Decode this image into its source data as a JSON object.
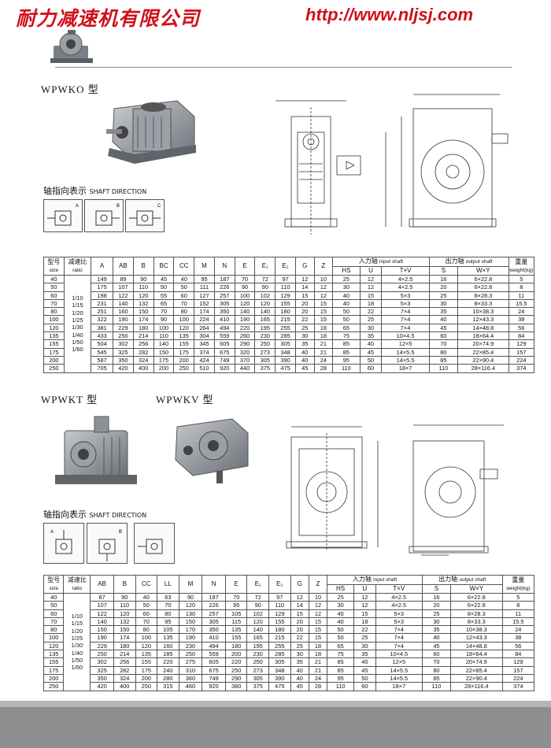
{
  "header": {
    "company": "耐力减速机有限公司",
    "website": "http://www.nljsj.com"
  },
  "section1": {
    "title": "WPWKO 型",
    "shaft_direction_cn": "轴指向表示",
    "shaft_direction_en": "SHAFT DIRECTION",
    "dir_labels": [
      "A",
      "B",
      "C"
    ]
  },
  "section2": {
    "title_left": "WPWKT 型",
    "title_right": "WPWKV 型",
    "shaft_direction_cn": "轴指向表示",
    "shaft_direction_en": "SHAFT DIRECTION",
    "dir_labels": [
      "A",
      "B"
    ]
  },
  "table1": {
    "headers": {
      "size_cn": "型号",
      "size_en": "size",
      "ratio_cn": "减速比",
      "ratio_en": "ratio",
      "cols": [
        "A",
        "AB",
        "B",
        "BC",
        "CC",
        "M",
        "N",
        "E",
        "E₁",
        "E₂",
        "G",
        "Z"
      ],
      "input_cn": "入力轴",
      "input_en": "input shaft",
      "output_cn": "出力轴",
      "output_en": "output shaft",
      "weight_cn": "重量",
      "weight_en": "weight(kg)",
      "sub": [
        "HS",
        "U",
        "T×V",
        "S",
        "W×Y"
      ]
    },
    "ratios": [
      "1/10",
      "1/15",
      "1/20",
      "1/25",
      "1/30",
      "1/40",
      "1/50",
      "1/60"
    ],
    "rows": [
      [
        "40",
        "149",
        "89",
        "90",
        "45",
        "40",
        "95",
        "187",
        "70",
        "72",
        "97",
        "12",
        "10",
        "25",
        "12",
        "4×2.5",
        "16",
        "6×22.8",
        "5"
      ],
      [
        "50",
        "175",
        "107",
        "110",
        "50",
        "50",
        "111",
        "226",
        "90",
        "90",
        "110",
        "14",
        "12",
        "30",
        "12",
        "4×2.5",
        "20",
        "6×22.8",
        "8"
      ],
      [
        "60",
        "198",
        "122",
        "120",
        "55",
        "60",
        "127",
        "257",
        "100",
        "102",
        "129",
        "15",
        "12",
        "40",
        "15",
        "5×3",
        "25",
        "8×28.3",
        "11"
      ],
      [
        "70",
        "231",
        "140",
        "132",
        "65",
        "70",
        "152",
        "305",
        "120",
        "120",
        "155",
        "20",
        "15",
        "40",
        "18",
        "5×3",
        "30",
        "8×33.3",
        "15.5"
      ],
      [
        "80",
        "251",
        "160",
        "150",
        "70",
        "80",
        "174",
        "350",
        "140",
        "140",
        "180",
        "20",
        "15",
        "50",
        "22",
        "7×4",
        "35",
        "10×38.3",
        "24"
      ],
      [
        "100",
        "322",
        "190",
        "174",
        "90",
        "100",
        "224",
        "410",
        "190",
        "165",
        "215",
        "22",
        "15",
        "50",
        "25",
        "7×4",
        "40",
        "12×43.3",
        "38"
      ],
      [
        "120",
        "381",
        "229",
        "180",
        "100",
        "120",
        "264",
        "494",
        "220",
        "195",
        "255",
        "25",
        "18",
        "65",
        "30",
        "7×4",
        "45",
        "14×48.8",
        "56"
      ],
      [
        "135",
        "433",
        "250",
        "214",
        "110",
        "135",
        "304",
        "559",
        "260",
        "230",
        "285",
        "30",
        "18",
        "75",
        "35",
        "10×4.5",
        "60",
        "18×64.4",
        "84"
      ],
      [
        "155",
        "504",
        "302",
        "256",
        "140",
        "155",
        "345",
        "605",
        "290",
        "250",
        "305",
        "35",
        "21",
        "85",
        "40",
        "12×5",
        "70",
        "20×74.9",
        "129"
      ],
      [
        "175",
        "545",
        "325",
        "282",
        "150",
        "175",
        "374",
        "675",
        "320",
        "273",
        "348",
        "40",
        "21",
        "85",
        "45",
        "14×5.5",
        "80",
        "22×85.4",
        "157"
      ],
      [
        "200",
        "587",
        "350",
        "324",
        "175",
        "200",
        "424",
        "749",
        "370",
        "305",
        "390",
        "40",
        "24",
        "95",
        "50",
        "14×5.5",
        "85",
        "22×90.4",
        "224"
      ],
      [
        "250",
        "705",
        "420",
        "400",
        "200",
        "250",
        "510",
        "920",
        "440",
        "375",
        "475",
        "45",
        "28",
        "110",
        "60",
        "18×7",
        "110",
        "28×116.4",
        "374"
      ]
    ]
  },
  "table2": {
    "headers": {
      "size_cn": "型号",
      "size_en": "size",
      "ratio_cn": "减速比",
      "ratio_en": "ratio",
      "cols": [
        "AB",
        "B",
        "CC",
        "LL",
        "M",
        "N",
        "E",
        "E₁",
        "E₂",
        "G",
        "Z"
      ],
      "input_cn": "入力轴",
      "input_en": "input shaft",
      "output_cn": "出力轴",
      "output_en": "output shaft",
      "weight_cn": "重量",
      "weight_en": "weight(kg)",
      "sub": [
        "HS",
        "U",
        "T×V",
        "S",
        "W×Y"
      ]
    },
    "ratios": [
      "1/10",
      "1/15",
      "1/20",
      "1/25",
      "1/30",
      "1/40",
      "1/50",
      "1/60"
    ],
    "rows": [
      [
        "40",
        "87",
        "90",
        "40",
        "63",
        "90",
        "187",
        "70",
        "72",
        "97",
        "12",
        "10",
        "25",
        "12",
        "4×2.5",
        "16",
        "6×22.8",
        "5"
      ],
      [
        "50",
        "107",
        "110",
        "50",
        "70",
        "120",
        "226",
        "95",
        "90",
        "110",
        "14",
        "12",
        "30",
        "12",
        "4×2.5",
        "20",
        "6×22.8",
        "8"
      ],
      [
        "60",
        "122",
        "120",
        "60",
        "80",
        "130",
        "257",
        "105",
        "102",
        "129",
        "15",
        "12",
        "40",
        "15",
        "5×3",
        "25",
        "8×28.3",
        "11"
      ],
      [
        "70",
        "140",
        "132",
        "70",
        "95",
        "150",
        "305",
        "115",
        "120",
        "155",
        "20",
        "15",
        "40",
        "18",
        "5×3",
        "30",
        "8×33.3",
        "15.5"
      ],
      [
        "80",
        "150",
        "150",
        "80",
        "105",
        "170",
        "350",
        "135",
        "140",
        "180",
        "20",
        "15",
        "50",
        "22",
        "7×4",
        "35",
        "10×38.3",
        "24"
      ],
      [
        "100",
        "190",
        "174",
        "100",
        "135",
        "190",
        "410",
        "155",
        "165",
        "215",
        "22",
        "15",
        "50",
        "25",
        "7×4",
        "40",
        "12×43.3",
        "38"
      ],
      [
        "120",
        "229",
        "180",
        "120",
        "160",
        "230",
        "494",
        "180",
        "195",
        "255",
        "25",
        "18",
        "65",
        "30",
        "7×4",
        "45",
        "14×48.8",
        "56"
      ],
      [
        "135",
        "250",
        "214",
        "135",
        "185",
        "250",
        "559",
        "200",
        "230",
        "285",
        "30",
        "18",
        "75",
        "35",
        "10×4.5",
        "60",
        "18×64.4",
        "84"
      ],
      [
        "155",
        "302",
        "256",
        "155",
        "220",
        "275",
        "605",
        "220",
        "250",
        "305",
        "35",
        "21",
        "85",
        "40",
        "12×5",
        "70",
        "20×74.9",
        "129"
      ],
      [
        "175",
        "325",
        "282",
        "175",
        "240",
        "310",
        "675",
        "250",
        "273",
        "348",
        "40",
        "21",
        "85",
        "45",
        "14×5.5",
        "80",
        "22×85.4",
        "157"
      ],
      [
        "200",
        "350",
        "324",
        "200",
        "280",
        "360",
        "749",
        "290",
        "305",
        "390",
        "40",
        "24",
        "95",
        "50",
        "14×5.5",
        "85",
        "22×90.4",
        "224"
      ],
      [
        "250",
        "420",
        "400",
        "250",
        "315",
        "460",
        "920",
        "380",
        "375",
        "475",
        "45",
        "28",
        "110",
        "60",
        "18×7",
        "110",
        "28×116.4",
        "374"
      ]
    ]
  }
}
